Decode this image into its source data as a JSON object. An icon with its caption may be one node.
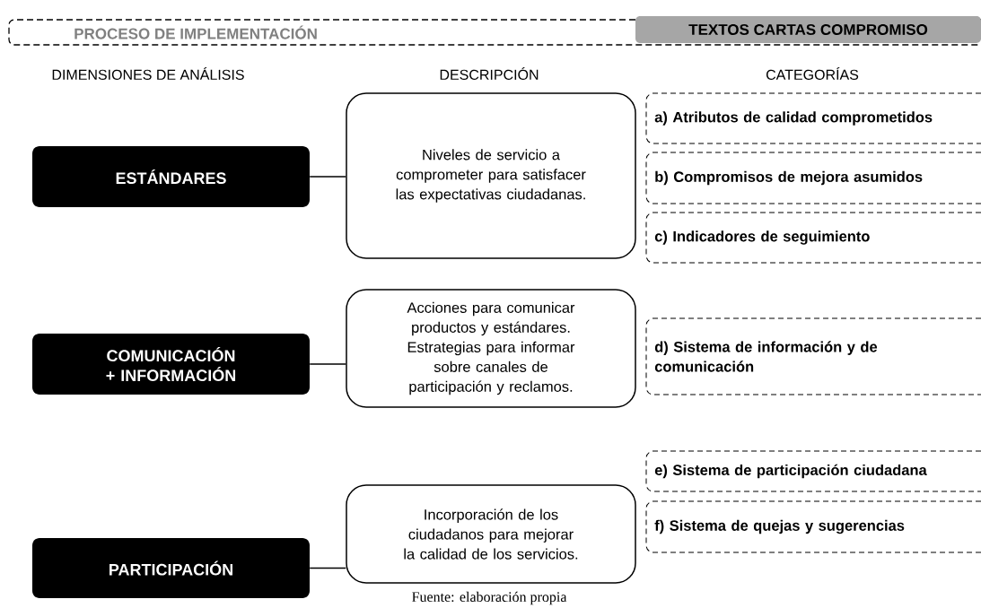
{
  "diagram": {
    "caption": "Fuente: elaboración propia",
    "nodes": [
      {
        "text": [
          "PROCESO DE IMPLEMENTACIÓN"
        ]
      },
      {
        "text": [
          "TEXTOS CARTAS COMPROMISO"
        ],
        "in": 0
      },
      {
        "text": [
          "ESTÁNDARES"
        ]
      },
      {
        "text": [
          "Niveles de servicio a comprometer para satisfacer las expectativas ciudadanas."
        ]
      },
      {
        "text": [
          "a) Atributos de calidad comprometidos"
        ]
      },
      {
        "text": [
          "b) Compromisos de mejora asumidos"
        ]
      },
      {
        "text": [
          "c) Indicadores de seguimiento"
        ]
      },
      {
        "text": [
          "COMUNICACIÓN + INFORMACIÓN"
        ]
      },
      {
        "text": [
          "Acciones para comunicar productos y estándares. Estrategias para informar sobre canales de participación y reclamos."
        ]
      },
      {
        "text": [
          "d) Sistema de información y de comunicación"
        ]
      },
      {
        "text": [
          "PARTICIPACIÓN"
        ]
      },
      {
        "text": [
          "Incorporación de los ciudadanos para mejorar la calidad de los servicios."
        ]
      },
      {
        "text": [
          "e) Sistema de participación ciudadana"
        ]
      },
      {
        "text": [
          "f) Sistema de quejas y sugerencias"
        ]
      }
    ],
    "edges": [
      {
        "from": 2,
        "to": 3,
        "arrow": "none"
      },
      {
        "from": 7,
        "to": 8,
        "arrow": "none"
      },
      {
        "from": 10,
        "to": 11,
        "arrow": "none"
      }
    ],
    "labels": [
      "DIMENSIONES DE ANÁLISIS",
      "DESCRIPCIÓN",
      "CATEGORÍAS"
    ]
  }
}
